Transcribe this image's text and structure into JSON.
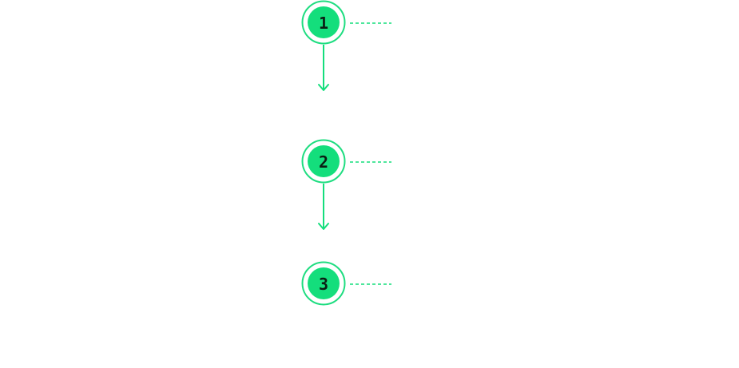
{
  "theme": {
    "accent": "#14DE7C",
    "ring": "#1EDD80",
    "number_color": "#0B1F14",
    "background": "#FFFFFF"
  },
  "steps": [
    {
      "number": "1"
    },
    {
      "number": "2"
    },
    {
      "number": "3"
    }
  ],
  "connector_icon": "arrow-down-icon",
  "leader_style": "dashed"
}
